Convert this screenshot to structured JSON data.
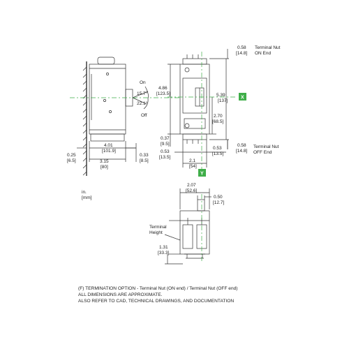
{
  "side_view": {
    "angle_on": "On",
    "angle_on_value": "15.7°",
    "angle_off_value": "22.1°",
    "angle_off": "Off",
    "d_left": "0.25",
    "d_left_mm": "[6.5]",
    "d_401": "4.01",
    "d_401_mm": "[101.9]",
    "d_315": "3.15",
    "d_315_mm": "[80]",
    "d_033": "0.33",
    "d_033_mm": "[8.5]"
  },
  "front_view": {
    "d_058_top": "0.58",
    "d_058_top_mm": "[14.8]",
    "terminal_nut_on_1": "Terminal Nut",
    "terminal_nut_on_2": "ON End",
    "d_486": "4.86",
    "d_486_mm": "[123.5]",
    "d_539": "5.39",
    "d_539_mm": "[137]",
    "d_270": "2.70",
    "d_270_mm": "[68.5]",
    "d_037": "0.37",
    "d_037_mm": "[9.5]",
    "d_053_l": "0.53",
    "d_053_l_mm": "[13.5]",
    "d_053_r": "0.53",
    "d_053_r_mm": "[13.5]",
    "d_058_bot": "0.58",
    "d_058_bot_mm": "[14.8]",
    "terminal_nut_off_1": "Terminal Nut",
    "terminal_nut_off_2": "OFF End",
    "d_21": "2.1",
    "d_21_mm": "[54]",
    "axis_x": "X",
    "axis_y": "Y"
  },
  "units": {
    "line1": "in.",
    "line2": "[mm]"
  },
  "bottom_view": {
    "d_207": "2.07",
    "d_207_mm": "[52.6]",
    "d_050": "0.50",
    "d_050_mm": "[12.7]",
    "terminal_height_1": "Terminal",
    "terminal_height_2": "Height",
    "d_131": "1.31",
    "d_131_mm": "[33.3]"
  },
  "notes": {
    "line1": "(F) TERMINATION OPTION - Terminal Nut (ON end) / Terminal Nut (OFF end)",
    "line2": "ALL DIMENSIONS ARE APPROXIMATE.",
    "line3": "ALSO REFER TO CAD, TECHNICAL DRAWINGS, AND DOCUMENTATION"
  },
  "colors": {
    "axis_green": "#3fae49",
    "line": "#333333"
  }
}
